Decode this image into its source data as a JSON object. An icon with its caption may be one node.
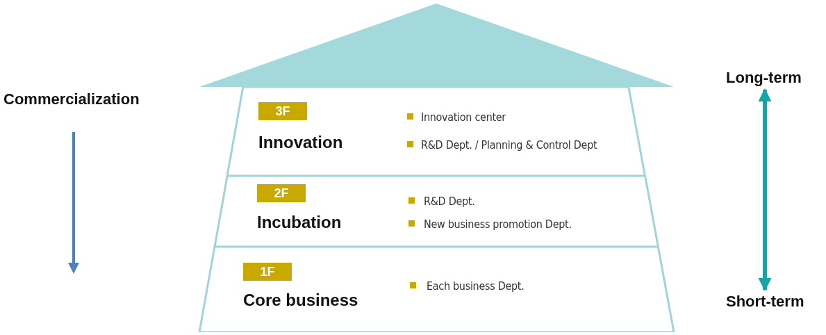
{
  "diagram": {
    "nodes": [
      {
        "text": [],
        "shape": "triangle"
      },
      {
        "text": [
          "3F",
          "Innovation",
          "Innovation center",
          "R&D Dept. / Planning & Control Dept"
        ]
      },
      {
        "text": [
          "2F",
          "Incubation",
          "R&D Dept.",
          "New business promotion Dept."
        ]
      },
      {
        "text": [
          "1F",
          "Core business",
          "Each business Dept."
        ]
      },
      {
        "text": [
          "Long-term"
        ]
      },
      {
        "text": [
          "Short-term"
        ]
      }
    ],
    "edges": [
      {
        "from": 4,
        "to": 5,
        "arrow": "both"
      }
    ],
    "labels": [
      "Commercialization"
    ]
  }
}
